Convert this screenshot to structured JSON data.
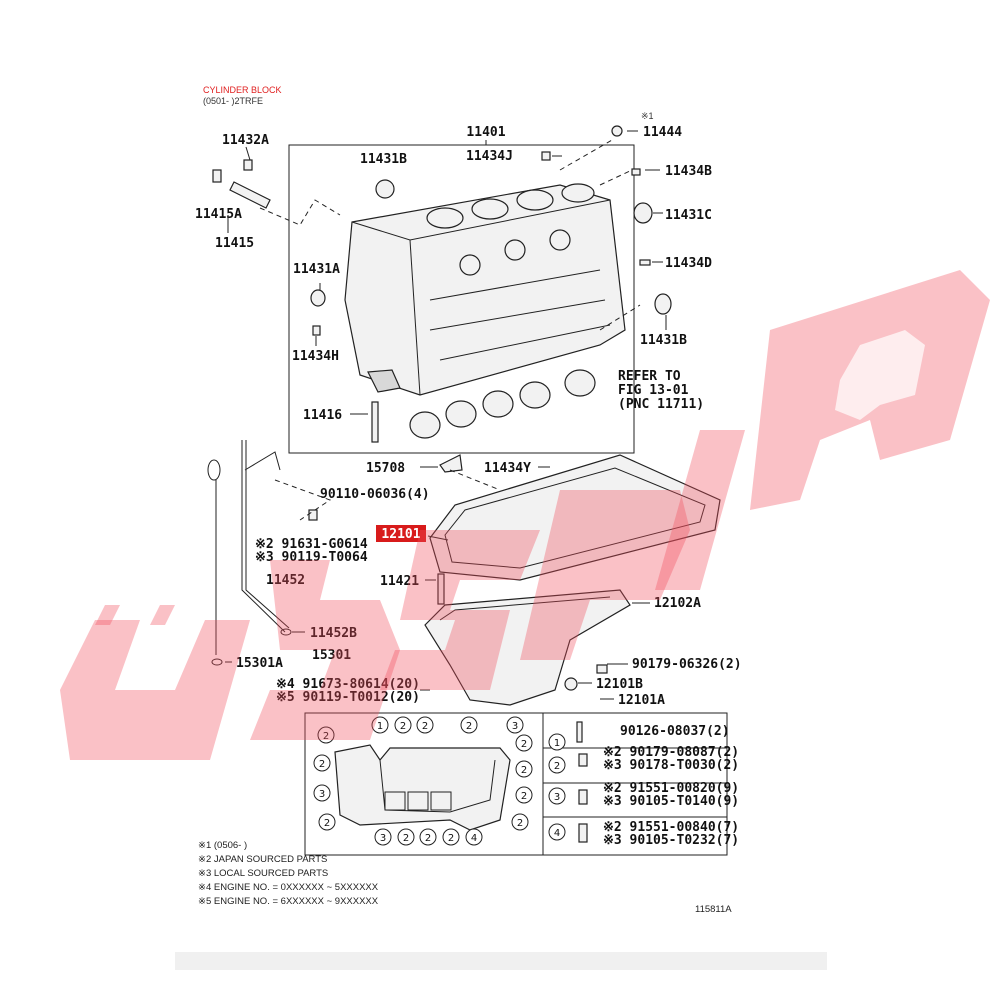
{
  "title": "CYLINDER BLOCK",
  "subtitle": "(0501- )2TRFE",
  "diagram_code": "115811A",
  "highlight_part": "12101",
  "labels": {
    "l11401": "11401",
    "l11432A": "11432A",
    "l11444": "11444",
    "l11444_note": "※1",
    "l11431B_top": "11431B",
    "l11434J": "11434J",
    "l11434B": "11434B",
    "l11415A": "11415A",
    "l11415": "11415",
    "l11431C": "11431C",
    "l11434D": "11434D",
    "l11431A": "11431A",
    "l11431B_right": "11431B",
    "l11434H": "11434H",
    "refer1": "REFER TO",
    "refer2": "FIG 13-01",
    "refer3": "(PNC 11711)",
    "l11416": "11416",
    "l15708": "15708",
    "l11434Y": "11434Y",
    "l90110": "90110-06036(4)",
    "l91631": "※2 91631-G0614",
    "l90119a": "※3 90119-T0064",
    "l11452": "11452",
    "l11421": "11421",
    "l12102A": "12102A",
    "l11452B": "11452B",
    "l15301": "15301",
    "l15301A": "15301A",
    "l90179_06326": "90179-06326(2)",
    "l91673": "※4 91673-80614(20)",
    "l90119b": "※5 90119-T0012(20)",
    "l12101B": "12101B",
    "l12101A": "12101A"
  },
  "bolt_table": [
    {
      "num": "1",
      "lines": [
        "90126-08037(2)"
      ]
    },
    {
      "num": "2",
      "lines": [
        "※2 90179-08087(2)",
        "※3 90178-T0030(2)"
      ]
    },
    {
      "num": "3",
      "lines": [
        "※2 91551-00820(9)",
        "※3 90105-T0140(9)"
      ]
    },
    {
      "num": "4",
      "lines": [
        "※2 91551-00840(7)",
        "※3 90105-T0232(7)"
      ]
    }
  ],
  "pan_callouts_top": [
    "1",
    "2",
    "2",
    "2",
    "3"
  ],
  "pan_callouts_bottom": [
    "3",
    "2",
    "2",
    "2",
    "4"
  ],
  "pan_callouts_left": [
    "2",
    "2",
    "3",
    "2"
  ],
  "pan_callouts_right": [
    "2",
    "2",
    "2",
    "2"
  ],
  "notes": [
    "※1 (0506-       )",
    "※2 JAPAN SOURCED PARTS",
    "※3 LOCAL SOURCED PARTS",
    "※4 ENGINE NO. = 0XXXXXX ~ 5XXXXXX",
    "※5 ENGINE NO. = 6XXXXXX ~ 9XXXXXX"
  ],
  "watermark_text": "ÜBSPIA",
  "colors": {
    "highlight": "#d81b1b",
    "watermark": "#f04e5c",
    "title": "#e02020"
  }
}
